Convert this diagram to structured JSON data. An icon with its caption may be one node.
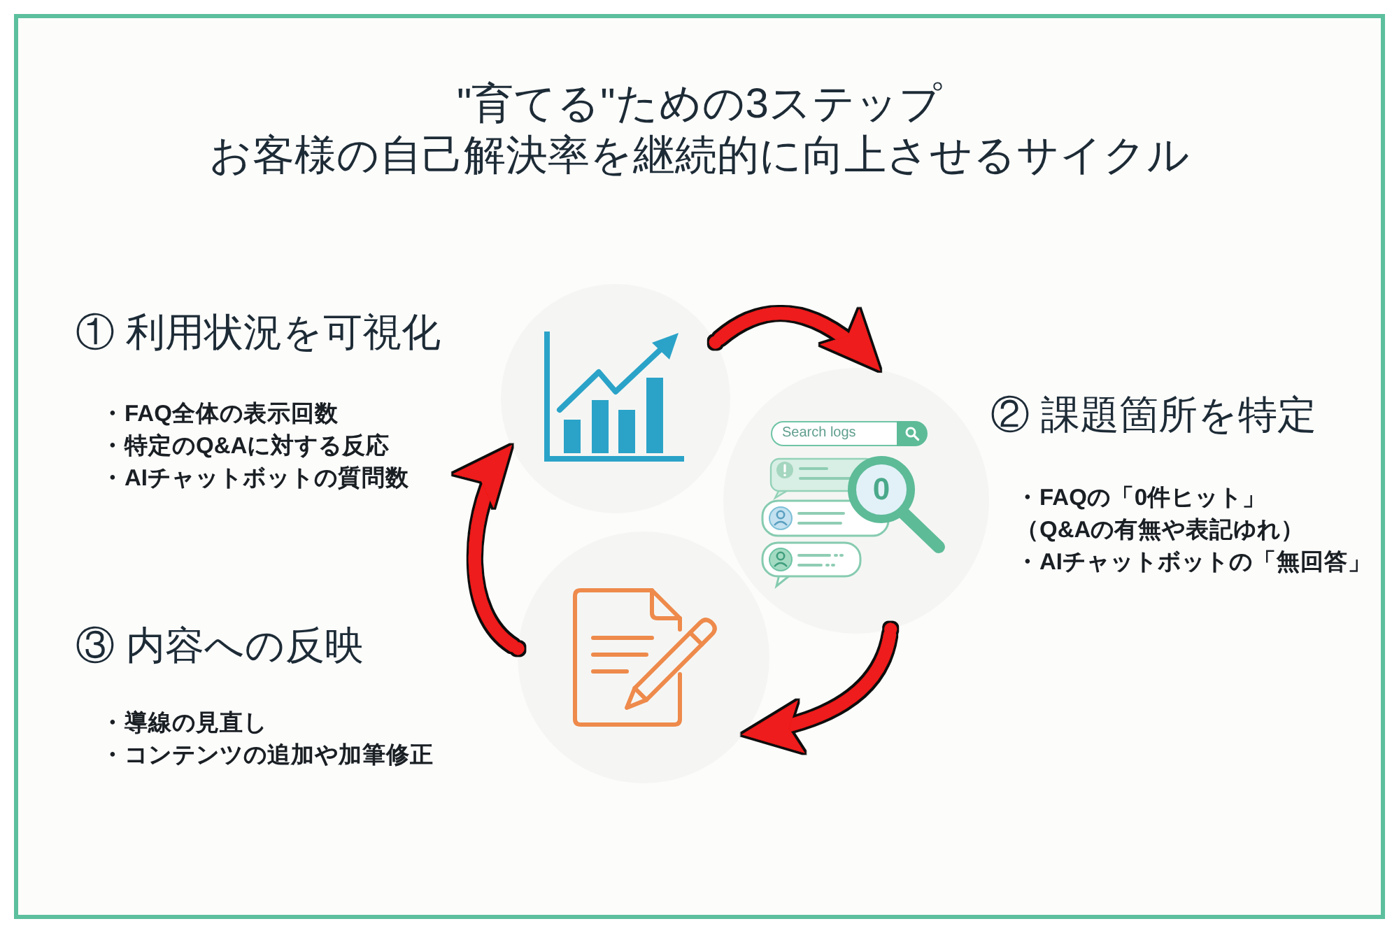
{
  "diagram": {
    "title": "\"育てる\"ための3ステップ",
    "nodes": [
      {
        "text": [],
        "shape": "picture",
        "beside": [
          "① 利用状況を可視化",
          "・FAQ全体の表示回数",
          "・特定のQ&Aに対する反応",
          "・AIチャットボットの質問数"
        ]
      },
      {
        "text": [
          "Search logs",
          "0"
        ],
        "beside": [
          "② 課題箇所を特定",
          "・FAQの「0件ヒット」",
          "（Q&Aの有無や表記ゆれ）",
          "・AIチャットボットの「無回答」"
        ]
      },
      {
        "text": [],
        "shape": "picture",
        "beside": [
          "③ 内容への反映",
          "・導線の見直し",
          "・コンテンツの追加や加筆修正"
        ]
      }
    ],
    "edges": [
      {
        "from": 0,
        "to": 1,
        "arrow": "to"
      },
      {
        "from": 1,
        "to": 2,
        "arrow": "to"
      },
      {
        "from": 2,
        "to": 0,
        "arrow": "to"
      }
    ],
    "labels": [
      "お客様の自己解決率を継続的に向上させるサイクル"
    ]
  }
}
